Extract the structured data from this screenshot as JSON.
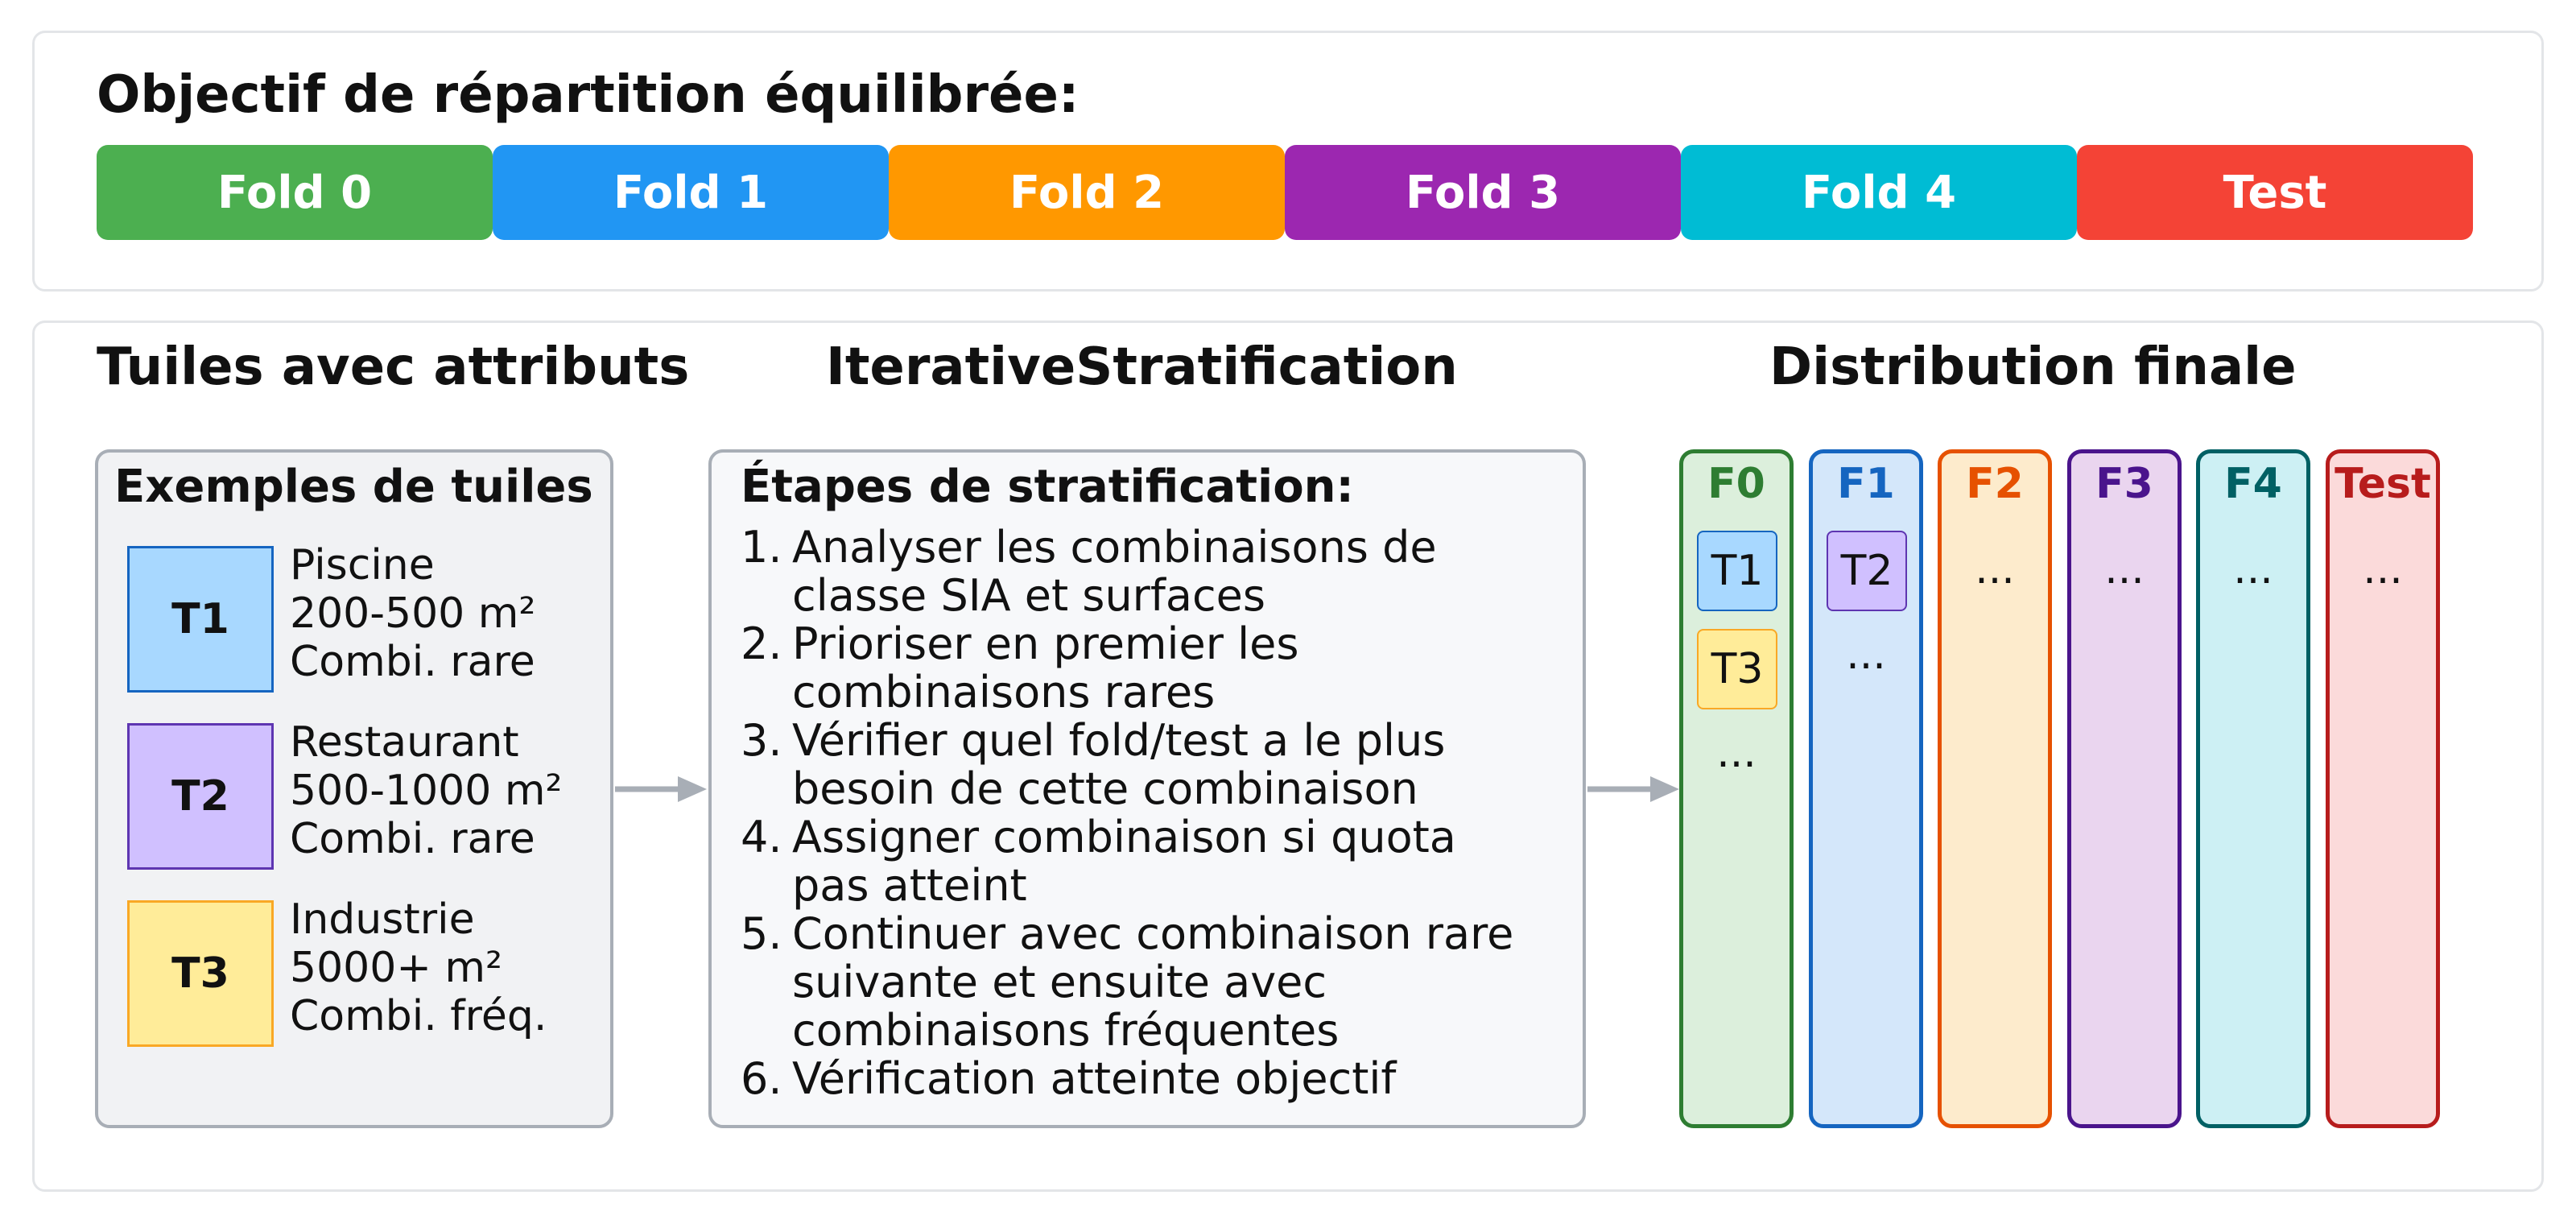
{
  "objective": {
    "title": "Objectif de répartition équilibrée:",
    "folds": [
      {
        "label": "Fold 0",
        "color": "#4caf50"
      },
      {
        "label": "Fold 1",
        "color": "#2196f3"
      },
      {
        "label": "Fold 2",
        "color": "#ff9800"
      },
      {
        "label": "Fold 3",
        "color": "#9c27b0"
      },
      {
        "label": "Fold 4",
        "color": "#00bcd4"
      },
      {
        "label": "Test",
        "color": "#f44336"
      }
    ]
  },
  "sections": {
    "tiles_heading": "Tuiles avec attributs",
    "strat_heading": "IterativeStratification",
    "dist_heading": "Distribution finale"
  },
  "tiles": {
    "title": "Exemples de tuiles",
    "items": [
      {
        "id": "T1",
        "lines": [
          "Piscine",
          "200-500 m²",
          "Combi. rare"
        ],
        "fill": "#a8d8ff",
        "border": "#1565c0"
      },
      {
        "id": "T2",
        "lines": [
          "Restaurant",
          "500-1000 m²",
          "Combi. rare"
        ],
        "fill": "#d0c0ff",
        "border": "#5e35b1"
      },
      {
        "id": "T3",
        "lines": [
          "Industrie",
          "5000+ m²",
          "Combi. fréq."
        ],
        "fill": "#ffec99",
        "border": "#f9a825"
      }
    ]
  },
  "stratification": {
    "title": "Étapes de stratification:",
    "steps": [
      {
        "num": "1.",
        "lines": [
          "Analyser les combinaisons de",
          "classe SIA et surfaces"
        ]
      },
      {
        "num": "2.",
        "lines": [
          "Prioriser en premier les",
          "combinaisons rares"
        ]
      },
      {
        "num": "3.",
        "lines": [
          "Vérifier quel fold/test a le plus",
          "besoin de cette combinaison"
        ]
      },
      {
        "num": "4.",
        "lines": [
          "Assigner combinaison si quota",
          "pas atteint"
        ]
      },
      {
        "num": "5.",
        "lines": [
          "Continuer avec combinaison rare",
          "suivante et ensuite avec",
          "combinaisons fréquentes"
        ]
      },
      {
        "num": "6.",
        "lines": [
          "Vérification atteinte objectif"
        ]
      }
    ]
  },
  "distribution": {
    "columns": [
      {
        "label": "F0",
        "label_color": "#2e7d32",
        "border": "#2e7d32",
        "fill": "#dcefdc",
        "tiles": [
          "T1",
          "T3"
        ],
        "more": "..."
      },
      {
        "label": "F1",
        "label_color": "#1565c0",
        "border": "#1565c0",
        "fill": "#d4e7fa",
        "tiles": [
          "T2"
        ],
        "more": "..."
      },
      {
        "label": "F2",
        "label_color": "#e65100",
        "border": "#e65100",
        "fill": "#fdebcc",
        "tiles": [],
        "more": "..."
      },
      {
        "label": "F3",
        "label_color": "#4a148c",
        "border": "#4a148c",
        "fill": "#ead5ef",
        "tiles": [],
        "more": "..."
      },
      {
        "label": "F4",
        "label_color": "#006064",
        "border": "#006064",
        "fill": "#cdf0f4",
        "tiles": [],
        "more": "..."
      },
      {
        "label": "Test",
        "label_color": "#b71c1c",
        "border": "#b71c1c",
        "fill": "#fbdada",
        "tiles": [],
        "more": "..."
      }
    ]
  }
}
